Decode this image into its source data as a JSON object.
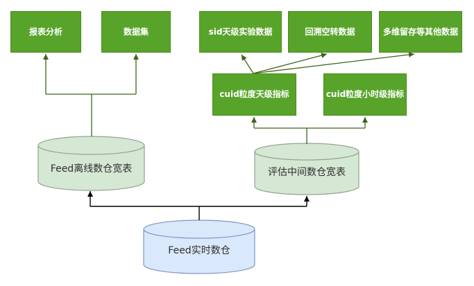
{
  "diagram": {
    "nodes": {
      "report_analysis": {
        "label": "报表分析",
        "type": "box"
      },
      "dataset": {
        "label": "数据集",
        "type": "box"
      },
      "sid_daily_experiment": {
        "label": "sid天级实验数据",
        "type": "box"
      },
      "backtrack_idle": {
        "label": "回溯空转数据",
        "type": "box"
      },
      "multidim_retention": {
        "label": "多维留存等其他数据",
        "type": "box"
      },
      "cuid_daily_metrics": {
        "label": "cuid粒度天级指标",
        "type": "box"
      },
      "cuid_hourly_metrics": {
        "label": "cuid粒度小时级指标",
        "type": "box"
      },
      "feed_offline_dw": {
        "label": "Feed离线数仓宽表",
        "type": "database-cylinder"
      },
      "eval_mid_dw": {
        "label": "评估中间数仓宽表",
        "type": "database-cylinder"
      },
      "feed_realtime_dw": {
        "label": "Feed实时数仓",
        "type": "database-cylinder"
      }
    },
    "edges": [
      {
        "from": "feed_realtime_dw",
        "to": "feed_offline_dw",
        "color": "black"
      },
      {
        "from": "feed_realtime_dw",
        "to": "eval_mid_dw",
        "color": "black"
      },
      {
        "from": "feed_offline_dw",
        "to": "report_analysis",
        "color": "green"
      },
      {
        "from": "feed_offline_dw",
        "to": "dataset",
        "color": "green"
      },
      {
        "from": "eval_mid_dw",
        "to": "cuid_daily_metrics",
        "color": "green"
      },
      {
        "from": "eval_mid_dw",
        "to": "cuid_hourly_metrics",
        "color": "green"
      },
      {
        "from": "cuid_daily_metrics",
        "to": "sid_daily_experiment",
        "color": "green"
      },
      {
        "from": "cuid_daily_metrics",
        "to": "backtrack_idle",
        "color": "green"
      },
      {
        "from": "cuid_daily_metrics",
        "to": "multidim_retention",
        "color": "green"
      }
    ],
    "colors": {
      "box_fill": "#58a42a",
      "box_border": "#4a8c1c",
      "box_text": "#ffffff",
      "cylinder_green_fill": "#d5e8d4",
      "cylinder_green_stroke": "#8fa38f",
      "cylinder_blue_fill": "#dae8fc",
      "cylinder_blue_stroke": "#7d96bd",
      "connector_green": "#3d6419",
      "connector_black": "#000000",
      "cylinder_label_text": "#2d2d2d",
      "background": "#ffffff"
    }
  }
}
